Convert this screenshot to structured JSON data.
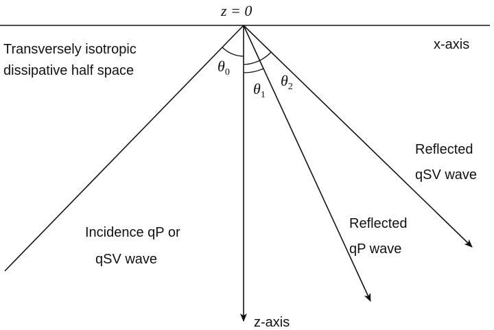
{
  "surface_label": "z = 0",
  "x_axis_label": "x-axis",
  "z_axis_label": "z-axis",
  "medium_label": {
    "line1": "Transversely isotropic",
    "line2": "dissipative half space"
  },
  "incident_wave_label": {
    "line1": "Incidence qP or",
    "line2": "qSV wave"
  },
  "reflected_qp_label": {
    "line1": "Reflected",
    "line2": "qP wave"
  },
  "reflected_qsv_label": {
    "line1": "Reflected",
    "line2": "qSV wave"
  },
  "angles": {
    "theta_symbol": "θ",
    "incidence_sub": "0",
    "reflected_qp_sub": "1",
    "reflected_qsv_sub": "2"
  },
  "colors": {
    "ink": "#111111",
    "background": "#ffffff"
  }
}
